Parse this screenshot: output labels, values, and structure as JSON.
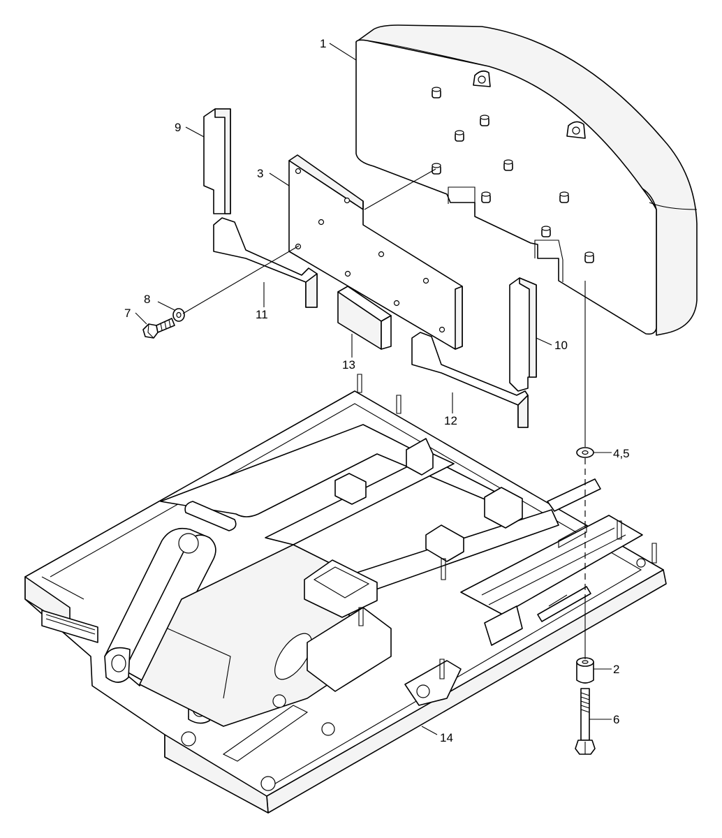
{
  "callouts": [
    {
      "id": "1",
      "label": "1"
    },
    {
      "id": "2",
      "label": "2"
    },
    {
      "id": "3",
      "label": "3"
    },
    {
      "id": "4-5",
      "label": "4,5"
    },
    {
      "id": "6",
      "label": "6"
    },
    {
      "id": "7",
      "label": "7"
    },
    {
      "id": "8",
      "label": "8"
    },
    {
      "id": "9",
      "label": "9"
    },
    {
      "id": "10",
      "label": "10"
    },
    {
      "id": "11",
      "label": "11"
    },
    {
      "id": "12",
      "label": "12"
    },
    {
      "id": "13",
      "label": "13"
    },
    {
      "id": "14",
      "label": "14"
    }
  ],
  "colors": {
    "line": "#000000",
    "background": "#ffffff"
  }
}
